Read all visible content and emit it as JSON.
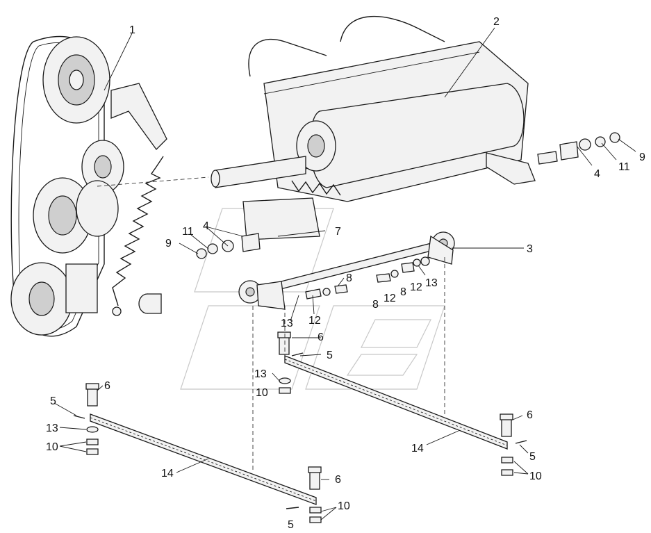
{
  "diagram": {
    "callouts": [
      {
        "id": "c1",
        "text": "1"
      },
      {
        "id": "c2",
        "text": "2"
      },
      {
        "id": "c3",
        "text": "3"
      },
      {
        "id": "c4a",
        "text": "4"
      },
      {
        "id": "c4b",
        "text": "4"
      },
      {
        "id": "c5a",
        "text": "5"
      },
      {
        "id": "c5b",
        "text": "5"
      },
      {
        "id": "c5c",
        "text": "5"
      },
      {
        "id": "c5d",
        "text": "5"
      },
      {
        "id": "c6a",
        "text": "6"
      },
      {
        "id": "c6b",
        "text": "6"
      },
      {
        "id": "c6c",
        "text": "6"
      },
      {
        "id": "c6d",
        "text": "6"
      },
      {
        "id": "c7",
        "text": "7"
      },
      {
        "id": "c8a",
        "text": "8"
      },
      {
        "id": "c8b",
        "text": "8"
      },
      {
        "id": "c8c",
        "text": "8"
      },
      {
        "id": "c9a",
        "text": "9"
      },
      {
        "id": "c9b",
        "text": "9"
      },
      {
        "id": "c10a",
        "text": "10"
      },
      {
        "id": "c10b",
        "text": "10"
      },
      {
        "id": "c10c",
        "text": "10"
      },
      {
        "id": "c10d",
        "text": "10"
      },
      {
        "id": "c11a",
        "text": "11"
      },
      {
        "id": "c11b",
        "text": "11"
      },
      {
        "id": "c12a",
        "text": "12"
      },
      {
        "id": "c12b",
        "text": "12"
      },
      {
        "id": "c12c",
        "text": "12"
      },
      {
        "id": "c13a",
        "text": "13"
      },
      {
        "id": "c13b",
        "text": "13"
      },
      {
        "id": "c13c",
        "text": "13"
      },
      {
        "id": "c13d",
        "text": "13"
      },
      {
        "id": "c14a",
        "text": "14"
      },
      {
        "id": "c14b",
        "text": "14"
      }
    ]
  }
}
